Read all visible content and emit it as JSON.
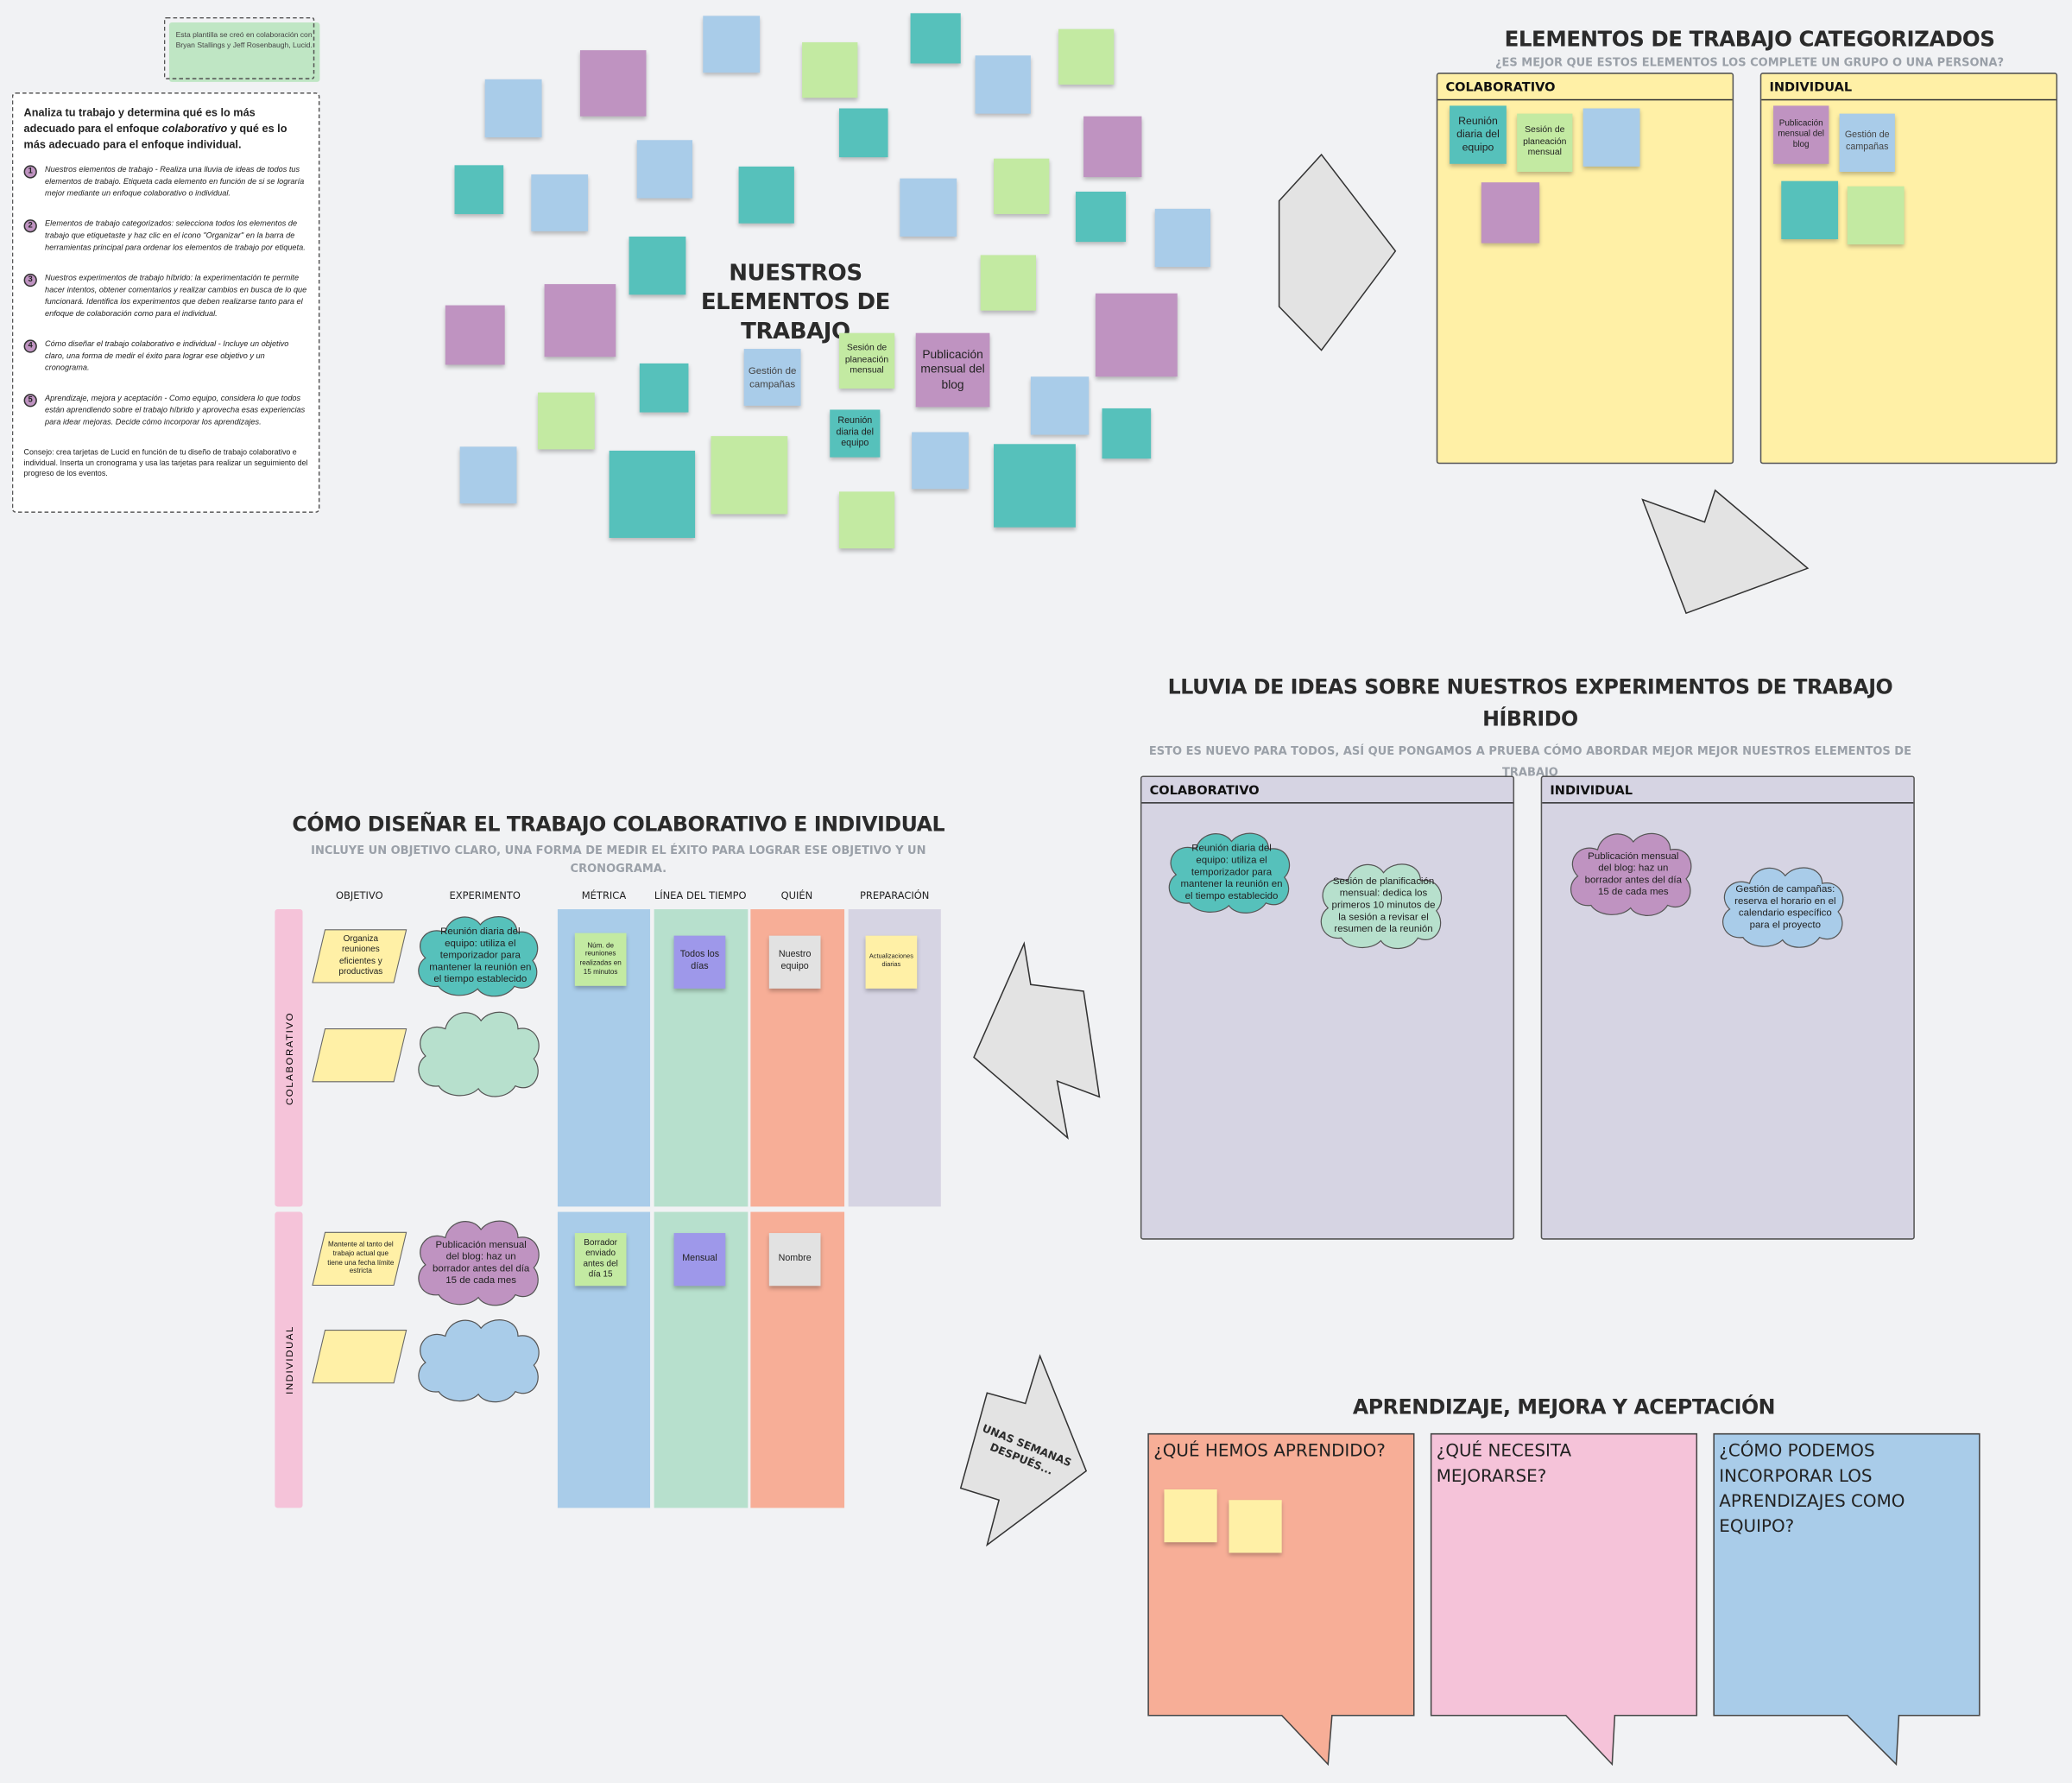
{
  "credit_note": "Esta plantilla se creó en colaboración con Bryan Stallings y Jeff Rosenbaugh, Lucid.",
  "instructions": {
    "heading_part1": "Analiza tu trabajo y determina qué es lo más adecuado para el enfoque ",
    "heading_em": "colaborativo",
    "heading_part2": " y qué es lo más adecuado para el enfoque individual.",
    "steps": [
      {
        "num": "1",
        "text": "Nuestros elementos de trabajo - Realiza una lluvia de ideas de todos tus elementos de trabajo. Etiqueta cada elemento en función de si se lograría mejor mediante un enfoque colaborativo o individual."
      },
      {
        "num": "2",
        "text": "Elementos de trabajo categorizados: selecciona todos los elementos de trabajo que etiquetaste y haz clic en el icono \"Organizar\" en la barra de herramientas principal para ordenar los elementos de trabajo por etiqueta."
      },
      {
        "num": "3",
        "text": "Nuestros experimentos de trabajo híbrido: la experimentación te permite hacer intentos, obtener comentarios y realizar cambios en busca de lo que funcionará. Identifica los experimentos que deben realizarse tanto para el enfoque de colaboración como para el individual."
      },
      {
        "num": "4",
        "text": "Cómo diseñar el trabajo colaborativo e individual - Incluye un objetivo claro, una forma de medir el éxito para lograr ese objetivo y un cronograma."
      },
      {
        "num": "5",
        "text": "Aprendizaje, mejora y aceptación - Como equipo, considera lo que todos están aprendiendo sobre el trabajo híbrido y aprovecha esas experiencias para idear mejoras. Decide cómo incorporar los aprendizajes."
      }
    ],
    "tip": "Consejo: crea tarjetas de Lucid en función de tu diseño de trabajo colaborativo e individual. Inserta un cronograma y usa las tarjetas para realizar un seguimiento del progreso de los eventos."
  },
  "work_items": {
    "title": "NUESTROS ELEMENTOS DE TRABAJO",
    "stickies": [
      "Gestión de campañas",
      "Sesión de planeación mensual",
      "Publicación mensual del blog",
      "Reunión diaria del equipo"
    ]
  },
  "categorized": {
    "title": "ELEMENTOS DE TRABAJO CATEGORIZADOS",
    "subtitle": "¿ES MEJOR QUE ESTOS ELEMENTOS LOS COMPLETE UN GRUPO O UNA PERSONA?",
    "collab_label": "COLABORATIVO",
    "indiv_label": "INDIVIDUAL",
    "collab_stickies": [
      "Reunión diaria del equipo",
      "Sesión de planeación mensual"
    ],
    "indiv_stickies": [
      "Publicación mensual del blog",
      "Gestión de campañas"
    ]
  },
  "brainstorm": {
    "title": "LLUVIA DE IDEAS SOBRE NUESTROS EXPERIMENTOS DE TRABAJO HÍBRIDO",
    "subtitle": "ESTO ES NUEVO PARA TODOS, ASÍ QUE PONGAMOS A PRUEBA CÓMO ABORDAR MEJOR MEJOR NUESTROS ELEMENTOS DE TRABAJO",
    "collab_label": "COLABORATIVO",
    "indiv_label": "INDIVIDUAL",
    "clouds": [
      "Reunión diaria del equipo: utiliza el temporizador para mantener la reunión en el tiempo establecido",
      "Sesión de planificación mensual: dedica los primeros 10 minutos de la sesión a revisar el resumen de la reunión",
      "Publicación mensual del blog: haz un borrador antes del día 15 de cada mes",
      "Gestión de campañas: reserva el horario en el calendario específico para el proyecto"
    ]
  },
  "design": {
    "title": "CÓMO DISEÑAR EL TRABAJO COLABORATIVO E INDIVIDUAL",
    "subtitle": "INCLUYE UN OBJETIVO CLARO, UNA FORMA DE MEDIR EL ÉXITO PARA LOGRAR ESE OBJETIVO Y UN CRONOGRAMA.",
    "columns": [
      "OBJETIVO",
      "EXPERIMENTO",
      "MÉTRICA",
      "LÍNEA DEL TIEMPO",
      "QUIÉN",
      "PREPARACIÓN"
    ],
    "rows": [
      "COLABORATIVO",
      "INDIVIDUAL"
    ],
    "collab": {
      "objective": "Organiza reuniones eficientes y productivas",
      "experiment": "Reunión diaria del equipo: utiliza el temporizador para mantener la reunión en el tiempo establecido",
      "metric": "Núm. de reuniones realizadas en 15 minutos",
      "timeline": "Todos los días",
      "who": "Nuestro equipo",
      "prep": "Actualizaciones diarias"
    },
    "indiv": {
      "objective": "Mantente al tanto del trabajo actual que tiene una fecha límite estricta",
      "experiment": "Publicación mensual del blog: haz un borrador antes del día 15 de cada mes",
      "metric": "Borrador enviado antes del día 15",
      "timeline": "Mensual",
      "who": "Nombre"
    }
  },
  "arrow_label": "UNAS SEMANAS DESPUÉS...",
  "learning": {
    "title": "APRENDIZAJE, MEJORA Y ACEPTACIÓN",
    "q1": "¿QUÉ HEMOS APRENDIDO?",
    "q2": "¿QUÉ NECESITA MEJORARSE?",
    "q3": "¿CÓMO PODEMOS INCORPORAR LOS APRENDIZAJES COMO EQUIPO?"
  }
}
